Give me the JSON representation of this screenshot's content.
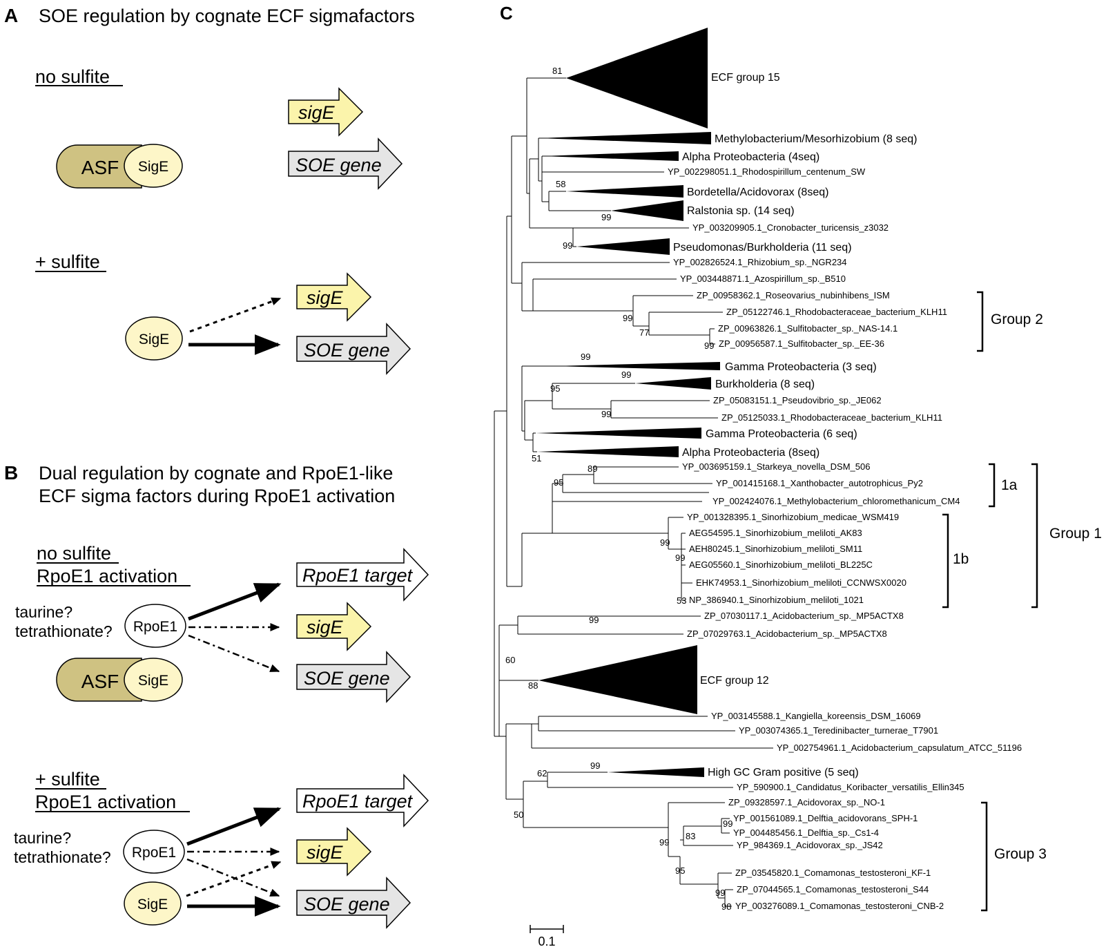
{
  "colors": {
    "asf_fill": "#cfc282",
    "sige_fill": "#fdf6c8",
    "sige_arrow_fill": "#fbf4ab",
    "soe_arrow_fill": "#e5e5e5",
    "target_arrow_fill": "#ffffff",
    "ink": "#000000"
  },
  "panelA": {
    "letter": "A",
    "title": "SOE regulation by cognate ECF sigmafactors",
    "no_sulfite_label": "no sulfite",
    "sulfite_label": "+ sulfite",
    "asf_label": "ASF",
    "sige_label": "SigE",
    "sige_gene": "sigE",
    "soe_gene": "SOE gene"
  },
  "panelB": {
    "letter": "B",
    "title_line1": "Dual regulation by cognate and RpoE1-like",
    "title_line2": "ECF sigma factors during RpoE1 activation",
    "no_sulfite_line1": "no sulfite",
    "no_sulfite_line2": "RpoE1 activation",
    "sulfite_line1": "+ sulfite",
    "sulfite_line2": "RpoE1 activation",
    "taurine": "taurine?",
    "tetrathionate": "tetrathionate?",
    "rpoe1_label": "RpoE1",
    "asf_label": "ASF",
    "sige_label": "SigE",
    "rpoe1_target": "RpoE1 target",
    "sige_gene": "sigE",
    "soe_gene": "SOE gene"
  },
  "panelC": {
    "letter": "C",
    "scale_label": "0.1",
    "clades": [
      {
        "id": "ecf15",
        "label": "ECF group 15"
      },
      {
        "id": "methylo",
        "label": "Methylobacterium/Mesorhizobium (8 seq)"
      },
      {
        "id": "alpha4",
        "label": "Alpha Proteobacteria (4seq)"
      },
      {
        "id": "bordetella",
        "label": "Bordetella/Acidovorax (8seq)"
      },
      {
        "id": "ralstonia",
        "label": "Ralstonia sp. (14 seq)"
      },
      {
        "id": "pseudomonas",
        "label": "Pseudomonas/Burkholderia (11 seq)"
      },
      {
        "id": "gamma3",
        "label": "Gamma Proteobacteria (3 seq)"
      },
      {
        "id": "burkholderia",
        "label": "Burkholderia (8 seq)"
      },
      {
        "id": "gamma6",
        "label": "Gamma Proteobacteria (6 seq)"
      },
      {
        "id": "alpha8",
        "label": "Alpha Proteobacteria (8seq)"
      },
      {
        "id": "ecf12",
        "label": "ECF group 12"
      },
      {
        "id": "highgc",
        "label": "High GC Gram positive (5 seq)"
      }
    ],
    "leaves": [
      {
        "id": "rhodospirillum",
        "label": "YP_002298051.1_Rhodospirillum_centenum_SW"
      },
      {
        "id": "cronobacter",
        "label": "YP_003209905.1_Cronobacter_turicensis_z3032"
      },
      {
        "id": "rhizobium",
        "label": "YP_002826524.1_Rhizobium_sp._NGR234"
      },
      {
        "id": "azospirillum",
        "label": "YP_003448871.1_Azospirillum_sp._B510"
      },
      {
        "id": "roseovarius",
        "label": "ZP_00958362.1_Roseovarius_nubinhibens_ISM"
      },
      {
        "id": "rhodobact1",
        "label": "ZP_05122746.1_Rhodobacteraceae_bacterium_KLH11"
      },
      {
        "id": "sulfito1",
        "label": "ZP_00963826.1_Sulfitobacter_sp._NAS-14.1"
      },
      {
        "id": "sulfito2",
        "label": "ZP_00956587.1_Sulfitobacter_sp._EE-36"
      },
      {
        "id": "pseudovibrio",
        "label": "ZP_05083151.1_Pseudovibrio_sp._JE062"
      },
      {
        "id": "rhodobact2",
        "label": "ZP_05125033.1_Rhodobacteraceae_bacterium_KLH11"
      },
      {
        "id": "starkeya",
        "label": "YP_003695159.1_Starkeya_novella_DSM_506"
      },
      {
        "id": "xantho",
        "label": "YP_001415168.1_Xanthobacter_autotrophicus_Py2"
      },
      {
        "id": "methylobact",
        "label": "YP_002424076.1_Methylobacterium_chloromethanicum_CM4"
      },
      {
        "id": "medicae",
        "label": "YP_001328395.1_Sinorhizobium_medicae_WSM419"
      },
      {
        "id": "ak83",
        "label": "AEG54595.1_Sinorhizobium_meliloti_AK83"
      },
      {
        "id": "sm11",
        "label": "AEH80245.1_Sinorhizobium_meliloti_SM11"
      },
      {
        "id": "bl225c",
        "label": "AEG05560.1_Sinorhizobium_meliloti_BL225C"
      },
      {
        "id": "ccnwsx",
        "label": "EHK74953.1_Sinorhizobium_meliloti_CCNWSX0020"
      },
      {
        "id": "np1021",
        "label": "NP_386940.1_Sinorhizobium_meliloti_1021"
      },
      {
        "id": "acido1",
        "label": "ZP_07030117.1_Acidobacterium_sp._MP5ACTX8"
      },
      {
        "id": "acido2",
        "label": "ZP_07029763.1_Acidobacterium_sp._MP5ACTX8"
      },
      {
        "id": "kangiella",
        "label": "YP_003145588.1_Kangiella_koreensis_DSM_16069"
      },
      {
        "id": "teredini",
        "label": "YP_003074365.1_Teredinibacter_turnerae_T7901"
      },
      {
        "id": "acidocaps",
        "label": "YP_002754961.1_Acidobacterium_capsulatum_ATCC_51196"
      },
      {
        "id": "koribacter",
        "label": "YP_590900.1_Candidatus_Koribacter_versatilis_Ellin345"
      },
      {
        "id": "acidovno1",
        "label": "ZP_09328597.1_Acidovorax_sp._NO-1"
      },
      {
        "id": "delftia1",
        "label": "YP_001561089.1_Delftia_acidovorans_SPH-1"
      },
      {
        "id": "delftia2",
        "label": "YP_004485456.1_Delftia_sp._Cs1-4"
      },
      {
        "id": "acidovjs42",
        "label": "YP_984369.1_Acidovorax_sp._JS42"
      },
      {
        "id": "coma1",
        "label": "ZP_03545820.1_Comamonas_testosteroni_KF-1"
      },
      {
        "id": "coma2",
        "label": "ZP_07044565.1_Comamonas_testosteroni_S44"
      },
      {
        "id": "coma3",
        "label": "YP_003276089.1_Comamonas_testosteroni_CNB-2"
      }
    ],
    "bootstraps": [
      {
        "id": "b81",
        "label": "81"
      },
      {
        "id": "b58",
        "label": "58"
      },
      {
        "id": "b99r",
        "label": "99"
      },
      {
        "id": "b99p",
        "label": "99"
      },
      {
        "id": "b99g2a",
        "label": "99"
      },
      {
        "id": "b77",
        "label": "77"
      },
      {
        "id": "b99g2b",
        "label": "99"
      },
      {
        "id": "b99g",
        "label": "99"
      },
      {
        "id": "b99bu",
        "label": "99"
      },
      {
        "id": "b95",
        "label": "95"
      },
      {
        "id": "b99pv",
        "label": "99"
      },
      {
        "id": "b51",
        "label": "51"
      },
      {
        "id": "b89",
        "label": "89"
      },
      {
        "id": "b95a",
        "label": "95"
      },
      {
        "id": "b99s",
        "label": "99"
      },
      {
        "id": "b99s2",
        "label": "99"
      },
      {
        "id": "b53",
        "label": "53"
      },
      {
        "id": "b99ac",
        "label": "99"
      },
      {
        "id": "b60",
        "label": "60"
      },
      {
        "id": "b88",
        "label": "88"
      },
      {
        "id": "b99hg",
        "label": "99"
      },
      {
        "id": "b62",
        "label": "62"
      },
      {
        "id": "b50",
        "label": "50"
      },
      {
        "id": "b99g3",
        "label": "99"
      },
      {
        "id": "b83",
        "label": "83"
      },
      {
        "id": "b99d",
        "label": "99"
      },
      {
        "id": "b95c",
        "label": "95"
      },
      {
        "id": "b99c",
        "label": "99"
      },
      {
        "id": "b98",
        "label": "98"
      }
    ],
    "groups": {
      "group2": "Group 2",
      "sub1a": "1a",
      "sub1b": "1b",
      "group1": "Group 1",
      "group3": "Group 3"
    }
  }
}
